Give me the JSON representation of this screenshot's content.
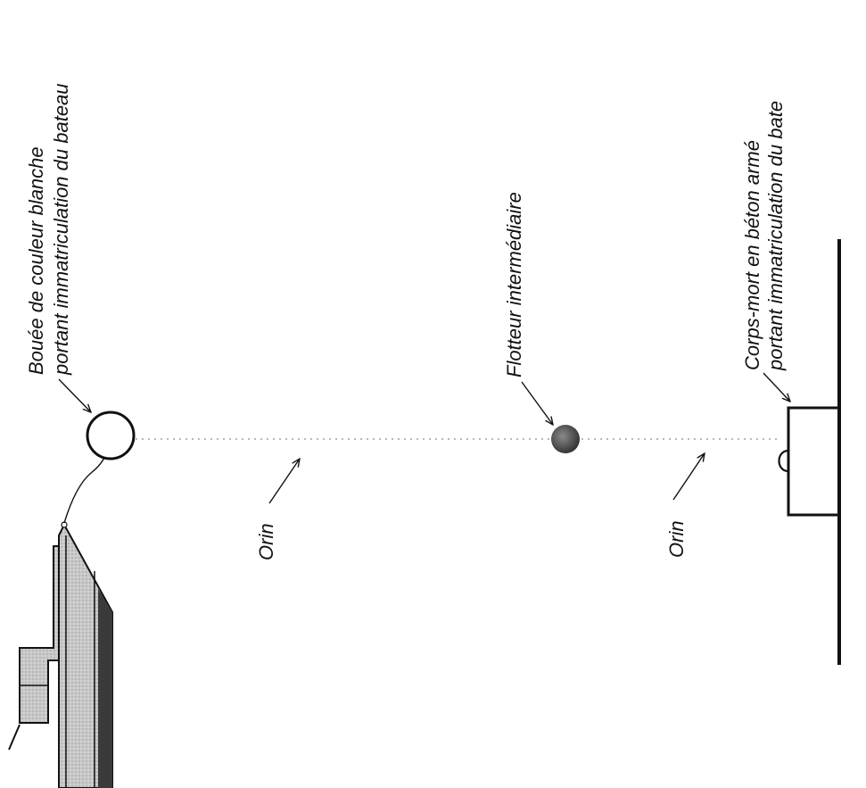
{
  "labels": {
    "buoy_line1": "Bouée de couleur blanche",
    "buoy_line2": "portant immatriculation du bateau",
    "float": "Flotteur intermédiaire",
    "rope_upper": "Orin",
    "rope_lower": "Orin",
    "block_line1": "Corps-mort en béton armé",
    "block_line2": "portant immatriculation du bate"
  },
  "colors": {
    "ink": "#111111",
    "rope": "#b8b8b8",
    "hull": "#bdbdbd",
    "float": "#4a4a4a"
  }
}
